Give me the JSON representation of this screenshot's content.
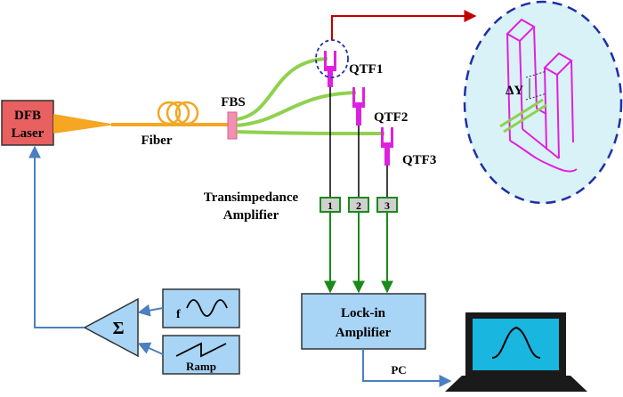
{
  "components": {
    "laser": {
      "line1": "DFB",
      "line2": "Laser"
    },
    "fiber": "Fiber",
    "splitter": "FBS",
    "qtf": [
      "QTF1",
      "QTF2",
      "QTF3"
    ],
    "tia": {
      "line1": "Transimpedance",
      "line2": "Amplifier"
    },
    "channels": [
      "1",
      "2",
      "3"
    ],
    "lockin": {
      "line1": "Lock-in",
      "line2": "Amplifier"
    },
    "sine_label": "f",
    "ramp_label": "Ramp",
    "sum_symbol": "Σ",
    "pc_label": "PC",
    "inset_label": "ΔY"
  },
  "colors": {
    "fiber": "#f5a623",
    "branch": "#8fd14f",
    "tuning_fork": "#e020e0",
    "signal_wire": "#000000",
    "trigger_arrow": "#c00000",
    "data_arrow": "#1a8a1a",
    "control_line": "#4a7fc1",
    "box_fill": "#a8d4f5",
    "laser_fill": "#e86060",
    "inset_fill": "#d9f2f7",
    "inset_border": "#1f2fa8"
  }
}
